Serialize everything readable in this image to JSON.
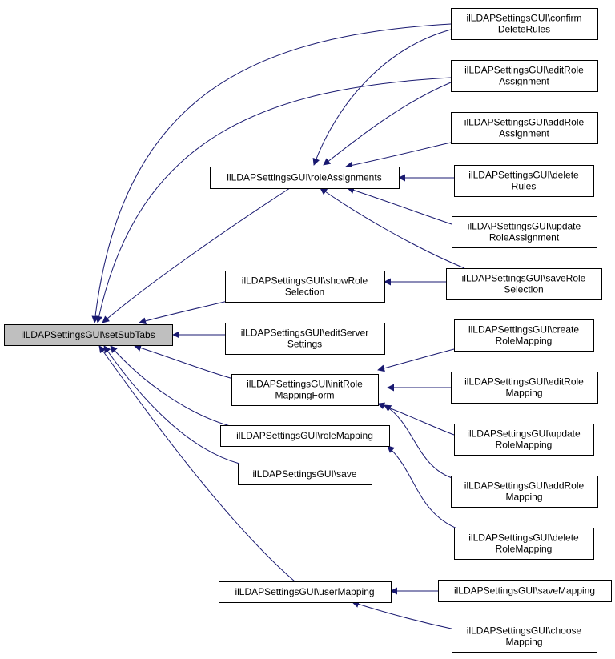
{
  "colors": {
    "edge": "#191970",
    "node_border": "#000000",
    "node_fill": "#ffffff",
    "root_fill": "#bfbfbf"
  },
  "nodes": [
    {
      "id": "setSubTabs",
      "lines": [
        "ilLDAPSettingsGUI\\setSubTabs"
      ],
      "root": true
    },
    {
      "id": "roleAssignments",
      "lines": [
        "ilLDAPSettingsGUI\\roleAssignments"
      ]
    },
    {
      "id": "showRoleSelection",
      "lines": [
        "ilLDAPSettingsGUI\\showRole",
        "Selection"
      ]
    },
    {
      "id": "editServerSettings",
      "lines": [
        "ilLDAPSettingsGUI\\editServer",
        "Settings"
      ]
    },
    {
      "id": "initRoleMappingForm",
      "lines": [
        "ilLDAPSettingsGUI\\initRole",
        "MappingForm"
      ]
    },
    {
      "id": "roleMapping",
      "lines": [
        "ilLDAPSettingsGUI\\roleMapping"
      ]
    },
    {
      "id": "save",
      "lines": [
        "ilLDAPSettingsGUI\\save"
      ]
    },
    {
      "id": "userMapping",
      "lines": [
        "ilLDAPSettingsGUI\\userMapping"
      ]
    },
    {
      "id": "confirmDeleteRules",
      "lines": [
        "ilLDAPSettingsGUI\\confirm",
        "DeleteRules"
      ]
    },
    {
      "id": "editRoleAssignment",
      "lines": [
        "ilLDAPSettingsGUI\\editRole",
        "Assignment"
      ]
    },
    {
      "id": "addRoleAssignment",
      "lines": [
        "ilLDAPSettingsGUI\\addRole",
        "Assignment"
      ]
    },
    {
      "id": "deleteRules",
      "lines": [
        "ilLDAPSettingsGUI\\delete",
        "Rules"
      ]
    },
    {
      "id": "updateRoleAssignment",
      "lines": [
        "ilLDAPSettingsGUI\\update",
        "RoleAssignment"
      ]
    },
    {
      "id": "saveRoleSelection",
      "lines": [
        "ilLDAPSettingsGUI\\saveRole",
        "Selection"
      ]
    },
    {
      "id": "createRoleMapping",
      "lines": [
        "ilLDAPSettingsGUI\\create",
        "RoleMapping"
      ]
    },
    {
      "id": "editRoleMapping",
      "lines": [
        "ilLDAPSettingsGUI\\editRole",
        "Mapping"
      ]
    },
    {
      "id": "updateRoleMapping",
      "lines": [
        "ilLDAPSettingsGUI\\update",
        "RoleMapping"
      ]
    },
    {
      "id": "addRoleMapping",
      "lines": [
        "ilLDAPSettingsGUI\\addRole",
        "Mapping"
      ]
    },
    {
      "id": "deleteRoleMapping",
      "lines": [
        "ilLDAPSettingsGUI\\delete",
        "RoleMapping"
      ]
    },
    {
      "id": "saveMapping",
      "lines": [
        "ilLDAPSettingsGUI\\saveMapping"
      ]
    },
    {
      "id": "chooseMapping",
      "lines": [
        "ilLDAPSettingsGUI\\choose",
        "Mapping"
      ]
    }
  ],
  "edges": [
    {
      "from": "roleAssignments",
      "to": "setSubTabs"
    },
    {
      "from": "showRoleSelection",
      "to": "setSubTabs"
    },
    {
      "from": "editServerSettings",
      "to": "setSubTabs"
    },
    {
      "from": "initRoleMappingForm",
      "to": "setSubTabs"
    },
    {
      "from": "roleMapping",
      "to": "setSubTabs"
    },
    {
      "from": "save",
      "to": "setSubTabs"
    },
    {
      "from": "userMapping",
      "to": "setSubTabs"
    },
    {
      "from": "confirmDeleteRules",
      "to": "setSubTabs"
    },
    {
      "from": "editRoleAssignment",
      "to": "setSubTabs"
    },
    {
      "from": "confirmDeleteRules",
      "to": "roleAssignments"
    },
    {
      "from": "editRoleAssignment",
      "to": "roleAssignments"
    },
    {
      "from": "addRoleAssignment",
      "to": "roleAssignments"
    },
    {
      "from": "deleteRules",
      "to": "roleAssignments"
    },
    {
      "from": "updateRoleAssignment",
      "to": "roleAssignments"
    },
    {
      "from": "saveRoleSelection",
      "to": "roleAssignments"
    },
    {
      "from": "saveRoleSelection",
      "to": "showRoleSelection"
    },
    {
      "from": "createRoleMapping",
      "to": "initRoleMappingForm"
    },
    {
      "from": "editRoleMapping",
      "to": "initRoleMappingForm"
    },
    {
      "from": "updateRoleMapping",
      "to": "initRoleMappingForm"
    },
    {
      "from": "addRoleMapping",
      "to": "initRoleMappingForm"
    },
    {
      "from": "deleteRoleMapping",
      "to": "roleMapping"
    },
    {
      "from": "saveMapping",
      "to": "userMapping"
    },
    {
      "from": "chooseMapping",
      "to": "userMapping"
    }
  ]
}
